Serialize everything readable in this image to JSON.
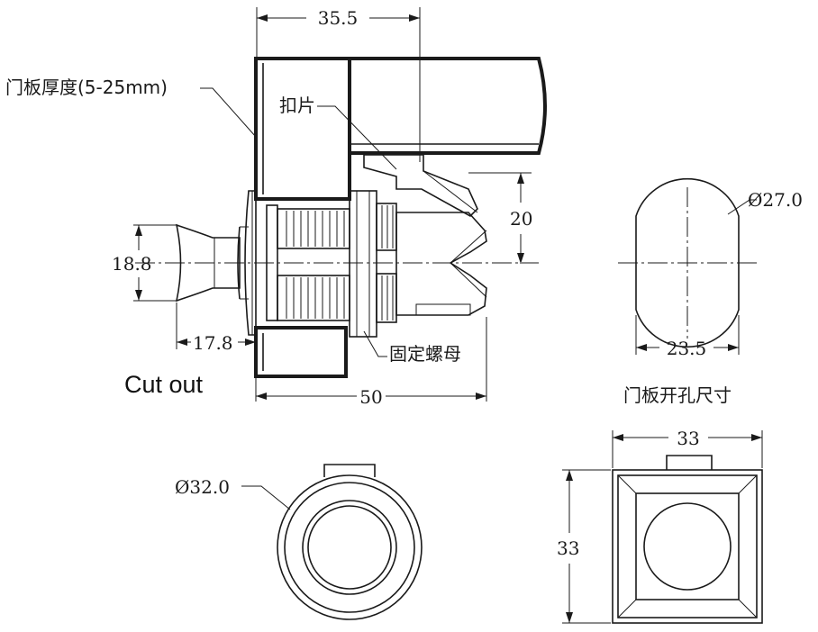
{
  "labels": {
    "door_thickness": "门板厚度(5-25mm)",
    "clip": "扣片",
    "fixing_nut": "固定螺母",
    "cutout": "Cut out",
    "panel_hole_size": "门板开孔尺寸"
  },
  "dimensions": {
    "top_width": "35.5",
    "height_20": "20",
    "knob_dia": "18.8",
    "knob_len": "17.8",
    "total_len": "50",
    "hole_dia": "Ø27.0",
    "hole_flat": "23.5",
    "bezel_dia": "Ø32.0",
    "square_w": "33",
    "square_h": "33"
  },
  "colors": {
    "line": "#1a1a1a",
    "background": "#ffffff"
  }
}
